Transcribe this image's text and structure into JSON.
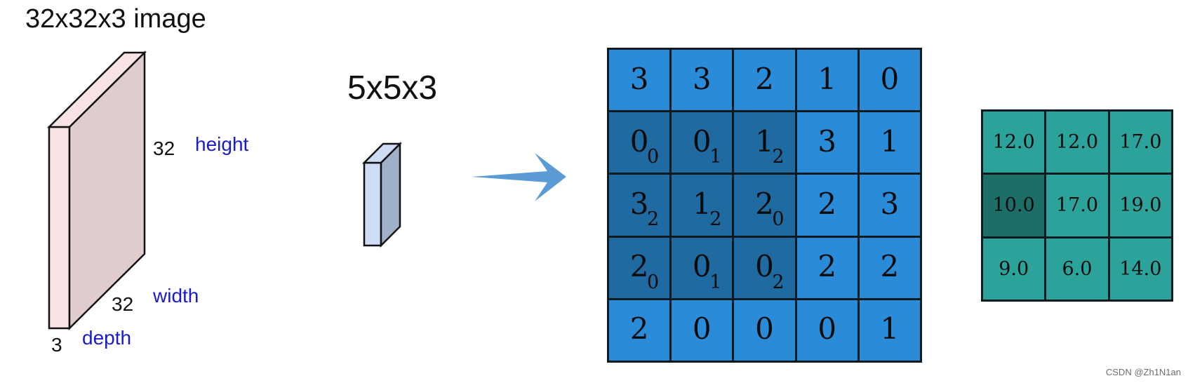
{
  "input": {
    "title": "32x32x3 image",
    "height_value": "32",
    "height_label": "height",
    "width_value": "32",
    "width_label": "width",
    "depth_value": "3",
    "depth_label": "depth"
  },
  "filter": {
    "title": "5x5x3"
  },
  "input_grid": {
    "rows": [
      [
        {
          "v": "3",
          "s": ""
        },
        {
          "v": "3",
          "s": ""
        },
        {
          "v": "2",
          "s": ""
        },
        {
          "v": "1",
          "s": ""
        },
        {
          "v": "0",
          "s": ""
        }
      ],
      [
        {
          "v": "0",
          "s": "0"
        },
        {
          "v": "0",
          "s": "1"
        },
        {
          "v": "1",
          "s": "2"
        },
        {
          "v": "3",
          "s": ""
        },
        {
          "v": "1",
          "s": ""
        }
      ],
      [
        {
          "v": "3",
          "s": "2"
        },
        {
          "v": "1",
          "s": "2"
        },
        {
          "v": "2",
          "s": "0"
        },
        {
          "v": "2",
          "s": ""
        },
        {
          "v": "3",
          "s": ""
        }
      ],
      [
        {
          "v": "2",
          "s": "0"
        },
        {
          "v": "0",
          "s": "1"
        },
        {
          "v": "0",
          "s": "2"
        },
        {
          "v": "2",
          "s": ""
        },
        {
          "v": "2",
          "s": ""
        }
      ],
      [
        {
          "v": "2",
          "s": ""
        },
        {
          "v": "0",
          "s": ""
        },
        {
          "v": "0",
          "s": ""
        },
        {
          "v": "0",
          "s": ""
        },
        {
          "v": "1",
          "s": ""
        }
      ]
    ],
    "highlight": {
      "row_start": 1,
      "col_start": 0,
      "size": 3
    }
  },
  "output_grid": {
    "rows": [
      [
        "12.0",
        "12.0",
        "17.0"
      ],
      [
        "10.0",
        "17.0",
        "19.0"
      ],
      [
        "9.0",
        "6.0",
        "14.0"
      ]
    ],
    "highlight": {
      "row": 1,
      "col": 0
    }
  },
  "colors": {
    "input_cell": "#2a8bd8",
    "input_cell_highlight": "#1f6aa0",
    "output_cell": "#2ba39a",
    "output_cell_highlight": "#1e6e68",
    "arrow": "#5b9bd5",
    "volume_front": "#f7e2e4",
    "volume_side": "#dfcccc",
    "filter_front": "#cfdcf5",
    "filter_side": "#9fb0c8"
  },
  "watermark": "CSDN @Zh1N1an"
}
